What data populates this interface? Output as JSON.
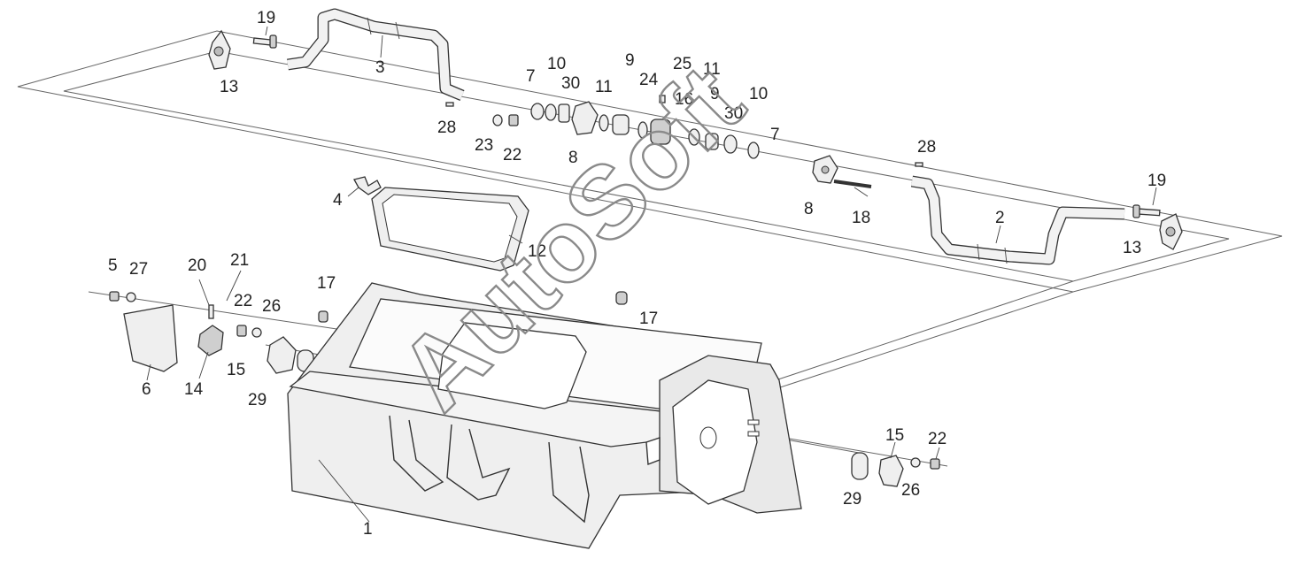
{
  "watermark": "AutoSoft",
  "callouts": [
    {
      "id": "c1",
      "text": "19"
    },
    {
      "id": "c2",
      "text": "3"
    },
    {
      "id": "c3",
      "text": "13"
    },
    {
      "id": "c4",
      "text": "28"
    },
    {
      "id": "c5",
      "text": "23"
    },
    {
      "id": "c6",
      "text": "22"
    },
    {
      "id": "c7",
      "text": "7"
    },
    {
      "id": "c8",
      "text": "10"
    },
    {
      "id": "c9",
      "text": "30"
    },
    {
      "id": "c10",
      "text": "8"
    },
    {
      "id": "c11",
      "text": "11"
    },
    {
      "id": "c12",
      "text": "9"
    },
    {
      "id": "c13",
      "text": "24"
    },
    {
      "id": "c14",
      "text": "25"
    },
    {
      "id": "c15",
      "text": "16"
    },
    {
      "id": "c16",
      "text": "11"
    },
    {
      "id": "c17",
      "text": "9"
    },
    {
      "id": "c18",
      "text": "30"
    },
    {
      "id": "c19",
      "text": "10"
    },
    {
      "id": "c20",
      "text": "7"
    },
    {
      "id": "c21",
      "text": "8"
    },
    {
      "id": "c22",
      "text": "28"
    },
    {
      "id": "c23",
      "text": "18"
    },
    {
      "id": "c24",
      "text": "19"
    },
    {
      "id": "c25",
      "text": "2"
    },
    {
      "id": "c26",
      "text": "13"
    },
    {
      "id": "c27",
      "text": "4"
    },
    {
      "id": "c28",
      "text": "12"
    },
    {
      "id": "c29",
      "text": "5"
    },
    {
      "id": "c30",
      "text": "27"
    },
    {
      "id": "c31",
      "text": "20"
    },
    {
      "id": "c32",
      "text": "21"
    },
    {
      "id": "c33",
      "text": "22"
    },
    {
      "id": "c34",
      "text": "26"
    },
    {
      "id": "c35",
      "text": "17"
    },
    {
      "id": "c36",
      "text": "17"
    },
    {
      "id": "c37",
      "text": "6"
    },
    {
      "id": "c38",
      "text": "14"
    },
    {
      "id": "c39",
      "text": "15"
    },
    {
      "id": "c40",
      "text": "29"
    },
    {
      "id": "c41",
      "text": "1"
    },
    {
      "id": "c42",
      "text": "15"
    },
    {
      "id": "c43",
      "text": "22"
    },
    {
      "id": "c44",
      "text": "29"
    },
    {
      "id": "c45",
      "text": "26"
    }
  ]
}
